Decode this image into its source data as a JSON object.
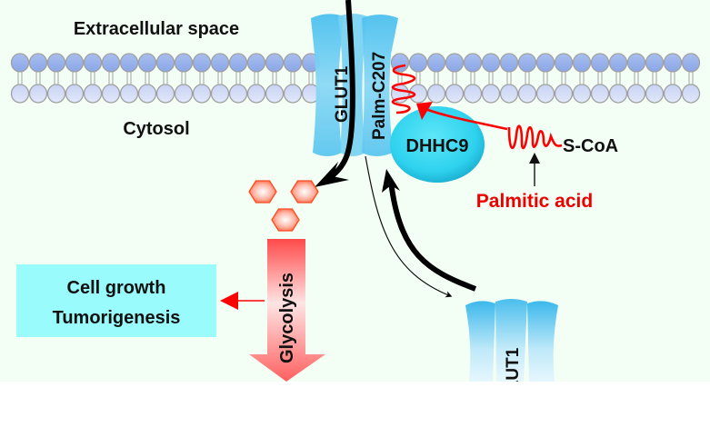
{
  "diagram": {
    "labels": {
      "extracellular": "Extracellular space",
      "cytosol": "Cytosol",
      "glut1_membrane": "GLUT1",
      "palm_site": "Palm-C207",
      "enzyme": "DHHC9",
      "scoa": "S-CoA",
      "palmitic_acid": "Palmitic acid",
      "glycolysis": "Glycolysis",
      "outcome_line1": "Cell growth",
      "outcome_line2": "Tumorigenesis",
      "glut1_vesicle": "GLUT1"
    },
    "colors": {
      "background": "#f3fff4",
      "lipid_head_top": "#93aeeb",
      "lipid_head_bottom": "#d4dcf6",
      "lipid_outline": "#a0a0a0",
      "glut1": "#5cc8f0",
      "dhhc9": "#2ed6f0",
      "palmitate": "#ff0000",
      "glucose": "#ff5030",
      "glycolysis_arrow": "#ff5a5a",
      "outcome_box": "#99fbfb",
      "text": "#111111",
      "text_red": "#ee0000"
    }
  }
}
